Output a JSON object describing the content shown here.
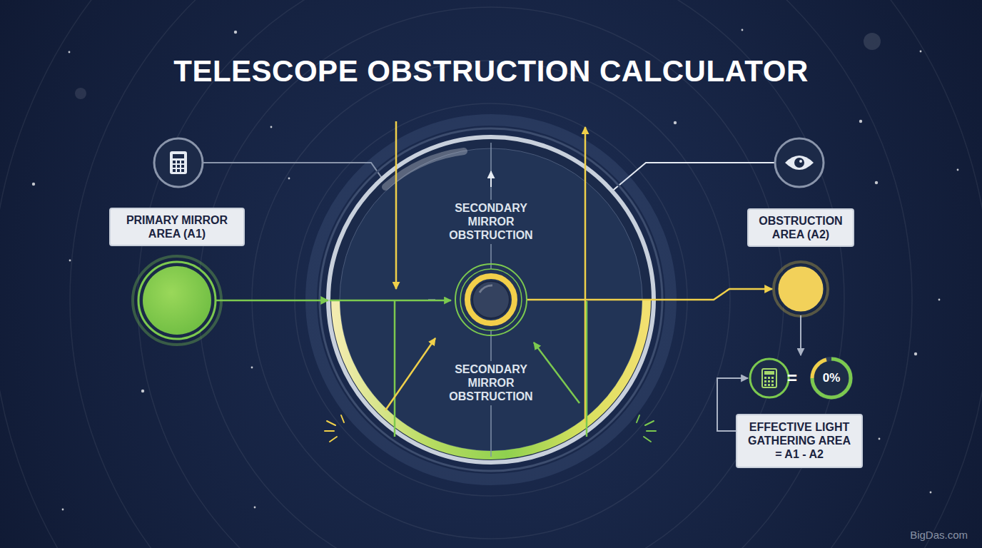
{
  "diagram": {
    "title": "TELESCOPE OBSTRUCTION CALCULATOR",
    "nodes": [
      {
        "text": [
          "PRIMARY MIRROR AREA (A1)"
        ]
      },
      {
        "text": [
          "SECONDARY MIRROR OBSTRUCTION",
          "SECONDARY MIRROR OBSTRUCTION"
        ]
      },
      {
        "text": [
          "OBSTRUCTION AREA (A2)"
        ]
      },
      {
        "text": [
          "=",
          "0%"
        ]
      },
      {
        "text": [
          "EFFECTIVE LIGHT GATHERING AREA = A1 - A2"
        ]
      }
    ],
    "edges": [
      {
        "from": 0,
        "to": 1,
        "arrow": "to"
      },
      {
        "from": 1,
        "to": 2,
        "arrow": "to"
      },
      {
        "from": 2,
        "to": 3,
        "arrow": "to"
      },
      {
        "from": 4,
        "to": 3,
        "arrow": "to"
      }
    ],
    "labels": [
      "BigDas.com"
    ]
  }
}
